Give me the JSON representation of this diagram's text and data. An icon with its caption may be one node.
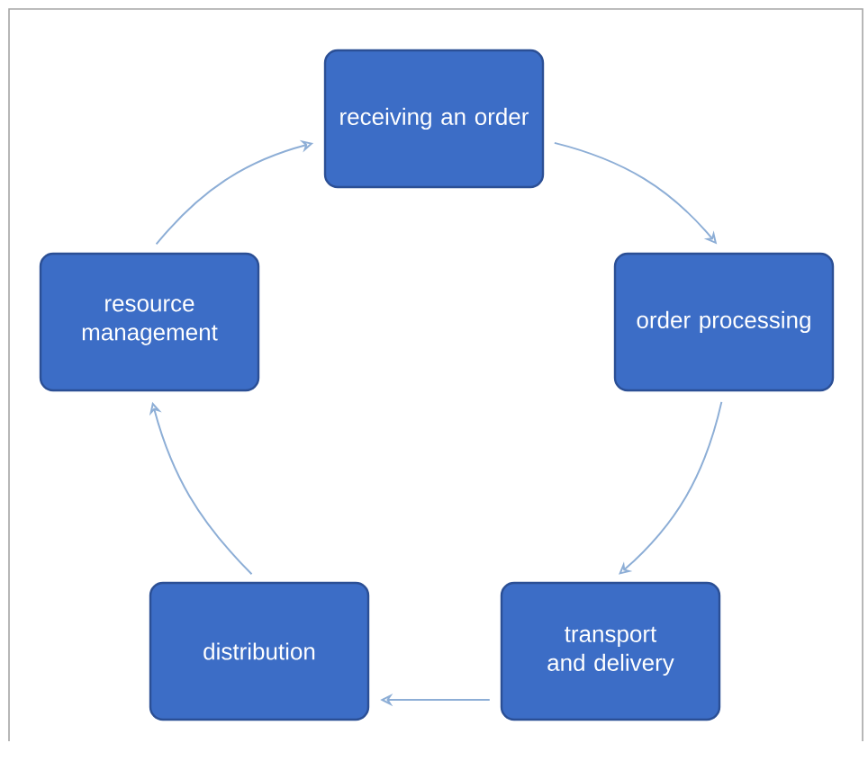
{
  "diagram": {
    "nodes": [
      {
        "text": [
          "receiving an order"
        ]
      },
      {
        "text": [
          "order processing"
        ]
      },
      {
        "text": [
          "transport and delivery"
        ]
      },
      {
        "text": [
          "distribution"
        ]
      },
      {
        "text": [
          "resource management"
        ]
      }
    ],
    "edges": [
      {
        "from": 0,
        "to": 1,
        "arrow": "to"
      },
      {
        "from": 1,
        "to": 2,
        "arrow": "to"
      },
      {
        "from": 2,
        "to": 3,
        "arrow": "to"
      },
      {
        "from": 3,
        "to": 4,
        "arrow": "to"
      },
      {
        "from": 4,
        "to": 0,
        "arrow": "to"
      }
    ]
  }
}
